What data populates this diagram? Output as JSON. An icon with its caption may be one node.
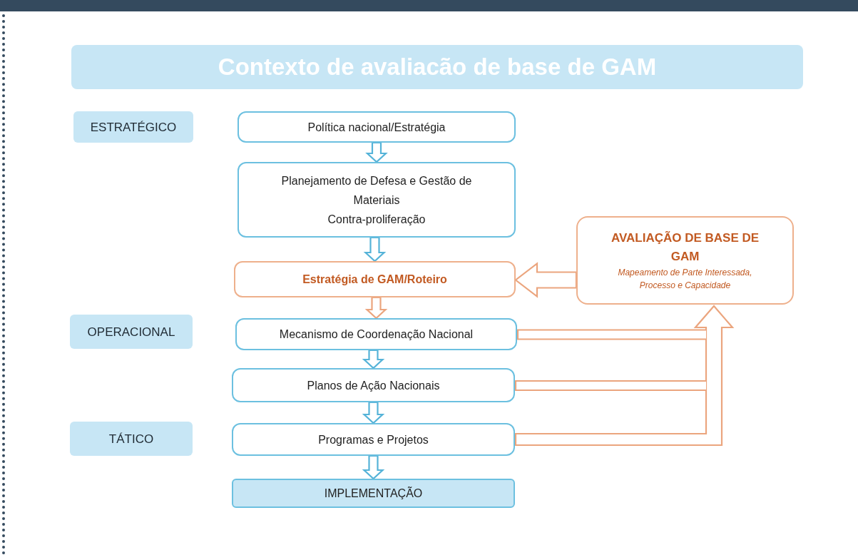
{
  "diagram": {
    "title": "Contexto de avaliacão de base de GAM",
    "nodes": [
      {
        "text": [
          "ESTRATÉGICO"
        ]
      },
      {
        "text": [
          "Política nacional/Estratégia"
        ]
      },
      {
        "text": [
          "Planejamento de Defesa e Gestão de Materiais",
          "Contra-proliferação"
        ]
      },
      {
        "text": [
          "Estratégia de GAM/Roteiro"
        ]
      },
      {
        "text": [
          "OPERACIONAL"
        ]
      },
      {
        "text": [
          "Mecanismo de Coordenação Nacional"
        ]
      },
      {
        "text": [
          "Planos de Ação Nacionais"
        ]
      },
      {
        "text": [
          "TÁTICO"
        ]
      },
      {
        "text": [
          "Programas e Projetos"
        ]
      },
      {
        "text": [
          "IMPLEMENTAÇÃO"
        ]
      },
      {
        "text": [
          "AVALIAÇÃO DE BASE DE GAM",
          "Mapeamento de Parte Interessada, Processo e Capacidade"
        ]
      }
    ],
    "edges": [
      {
        "from": 1,
        "to": 2,
        "arrow": "to"
      },
      {
        "from": 2,
        "to": 3,
        "arrow": "to"
      },
      {
        "from": 3,
        "to": 5,
        "arrow": "to",
        "color": "#eba57e"
      },
      {
        "from": 5,
        "to": 6,
        "arrow": "to"
      },
      {
        "from": 6,
        "to": 8,
        "arrow": "to"
      },
      {
        "from": 8,
        "to": 9,
        "arrow": "to"
      },
      {
        "from": 10,
        "to": 3,
        "arrow": "to",
        "color": "#eba57e"
      },
      {
        "from": 5,
        "to": 10,
        "arrow": "to",
        "color": "#eba57e"
      },
      {
        "from": 6,
        "to": 10,
        "arrow": "to",
        "color": "#eba57e"
      },
      {
        "from": 8,
        "to": 10,
        "arrow": "to",
        "color": "#eba57e"
      }
    ]
  }
}
